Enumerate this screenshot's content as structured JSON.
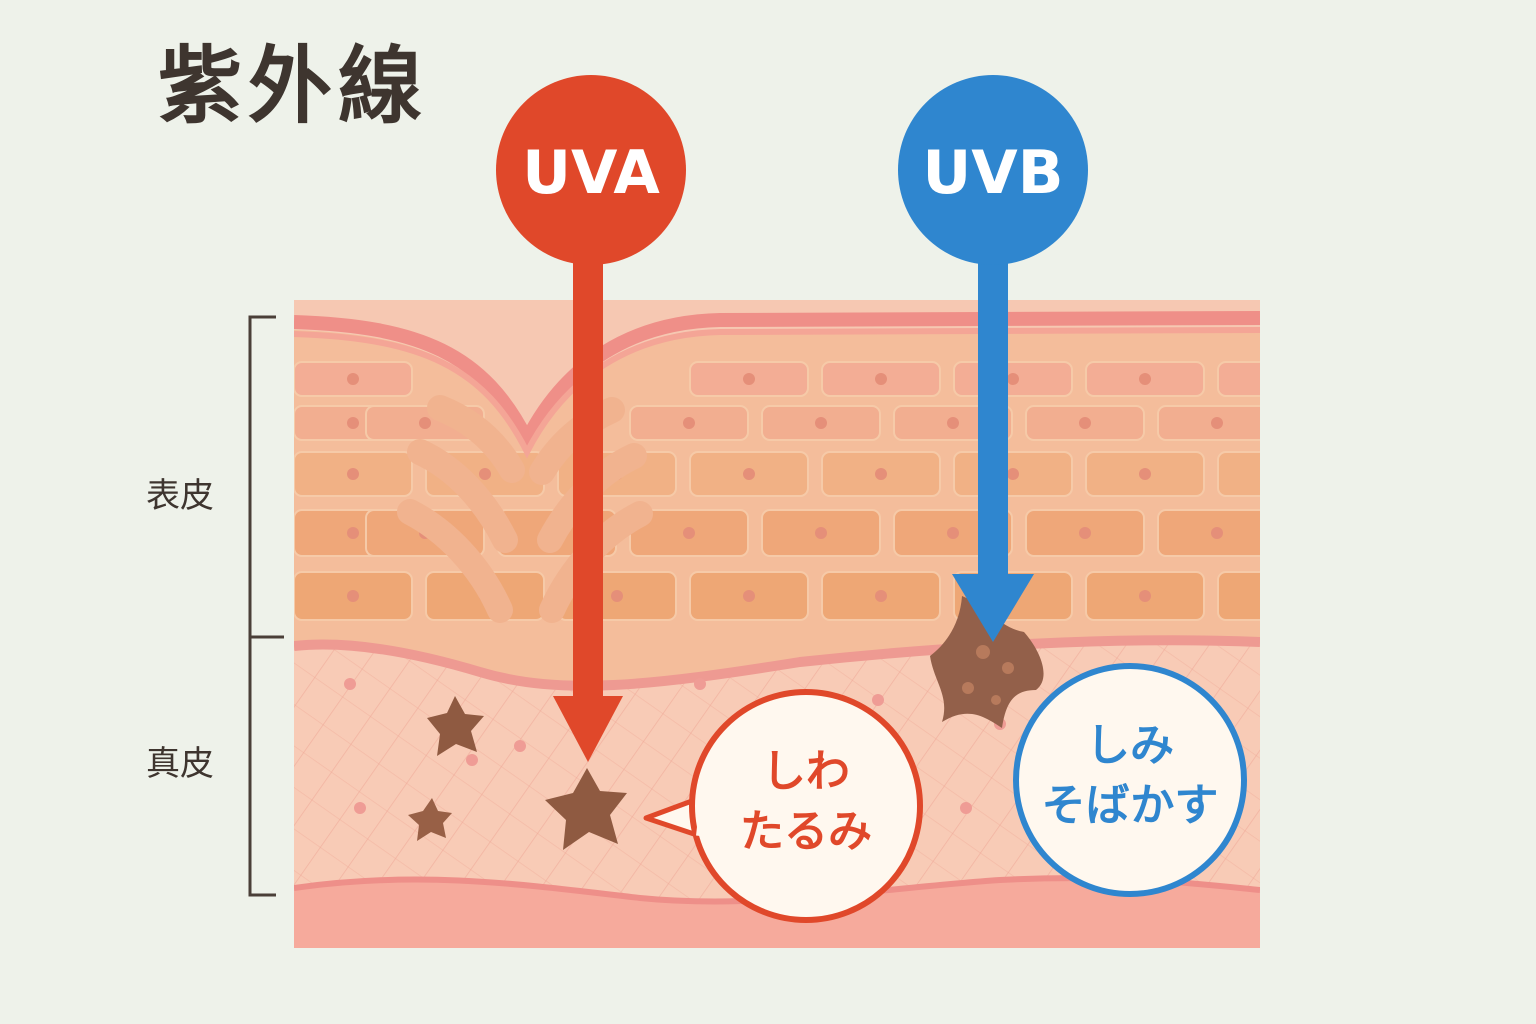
{
  "title": "紫外線",
  "layers": {
    "epidermis": "表皮",
    "dermis": "真皮"
  },
  "rays": {
    "uva": {
      "label": "UVA",
      "color": "#e0482a",
      "effects": [
        "しわ",
        "たるみ"
      ]
    },
    "uvb": {
      "label": "UVB",
      "color": "#2f86cf",
      "effects": [
        "しみ",
        "そばかす"
      ]
    }
  },
  "colors": {
    "background": "#eef2ea",
    "skin_surface": "#ef8f88",
    "epidermis_cells": "#f2b08c",
    "dermis": "#f8c4ad",
    "melanin": "#8f5a41",
    "text": "#3e352f"
  }
}
